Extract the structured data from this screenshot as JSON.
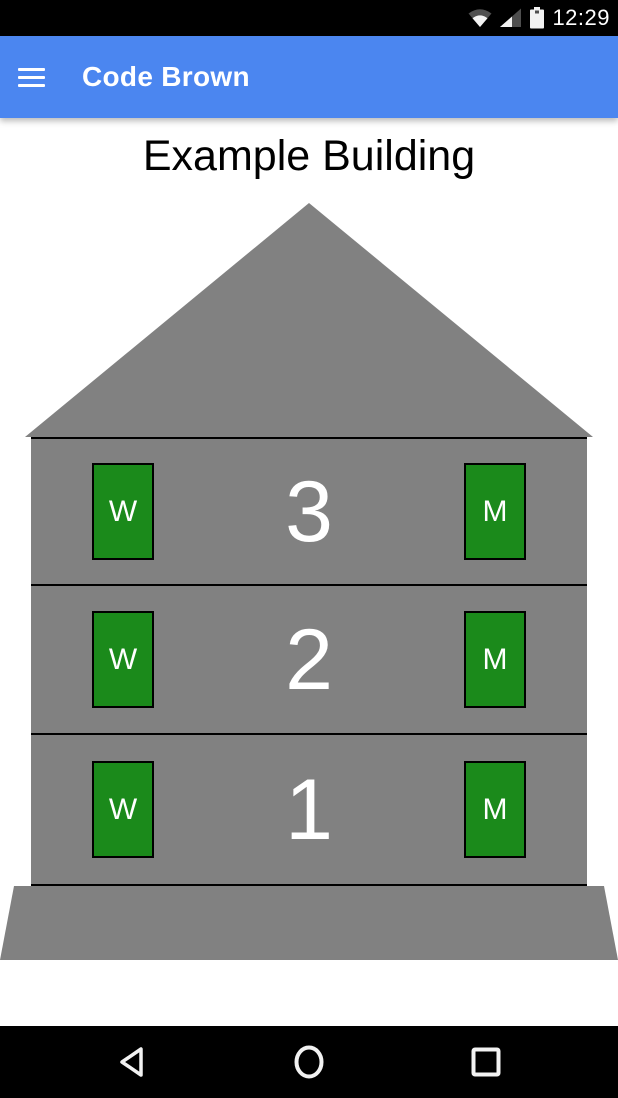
{
  "status_bar": {
    "time": "12:29",
    "icons": [
      "wifi-icon",
      "cell-signal-icon",
      "battery-icon"
    ]
  },
  "app_bar": {
    "title": "Code Brown",
    "menu_icon": "hamburger-menu-icon",
    "color": "#4b86f0"
  },
  "content": {
    "heading": "Example Building"
  },
  "building": {
    "wall_color": "#818181",
    "door_color": "#1b8a1b",
    "floors": [
      {
        "number": "3",
        "left_door": "W",
        "right_door": "M"
      },
      {
        "number": "2",
        "left_door": "W",
        "right_door": "M"
      },
      {
        "number": "1",
        "left_door": "W",
        "right_door": "M"
      }
    ]
  },
  "nav_bar": {
    "icons": [
      "back-icon",
      "home-icon",
      "recents-icon"
    ]
  }
}
